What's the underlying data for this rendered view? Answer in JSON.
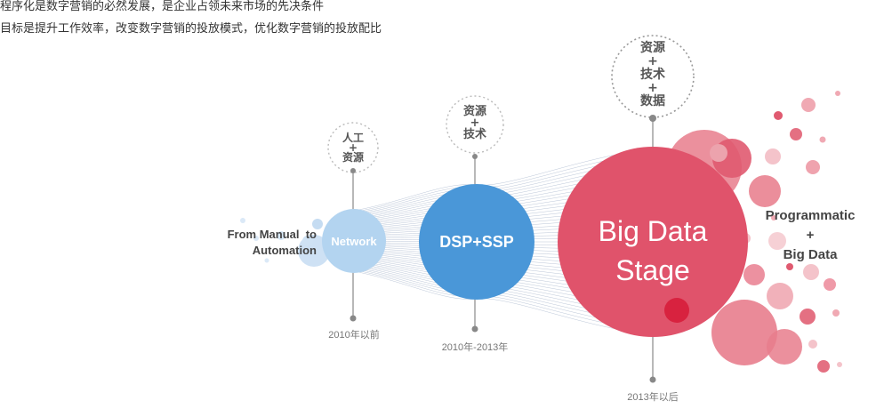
{
  "intro": {
    "line1": "程序化是数字营销的必然发展，是企业占领未来市场的先决条件",
    "line2": "目标是提升工作效率，改变数字营销的投放模式，优化数字营销的投放配比"
  },
  "left_label": {
    "line1": "From Manual  to",
    "line2": "Automation"
  },
  "stages": [
    {
      "id": "network",
      "label": "Network",
      "year": "2010年以前",
      "resources": [
        "人工",
        "+",
        "资源"
      ],
      "color": "#b3d4f0"
    },
    {
      "id": "dsp-ssp",
      "label": "DSP+SSP",
      "year": "2010年-2013年",
      "resources": [
        "资源",
        "+",
        "技术"
      ],
      "color": "#4a97d8"
    },
    {
      "id": "big-data",
      "label_line1": "Big Data",
      "label_line2": "Stage",
      "year": "2013年以后",
      "resources": [
        "资源",
        "+",
        "技术",
        "+",
        "数据"
      ],
      "color": "#e0536b"
    }
  ],
  "right_label": {
    "line1": "Programmatic",
    "line2": "+",
    "line3": "Big Data"
  },
  "colors": {
    "connector": "#888888",
    "cone_line": "#9aaac4",
    "bubble": "#e87c8c",
    "dark_dot": "#d8223f"
  }
}
